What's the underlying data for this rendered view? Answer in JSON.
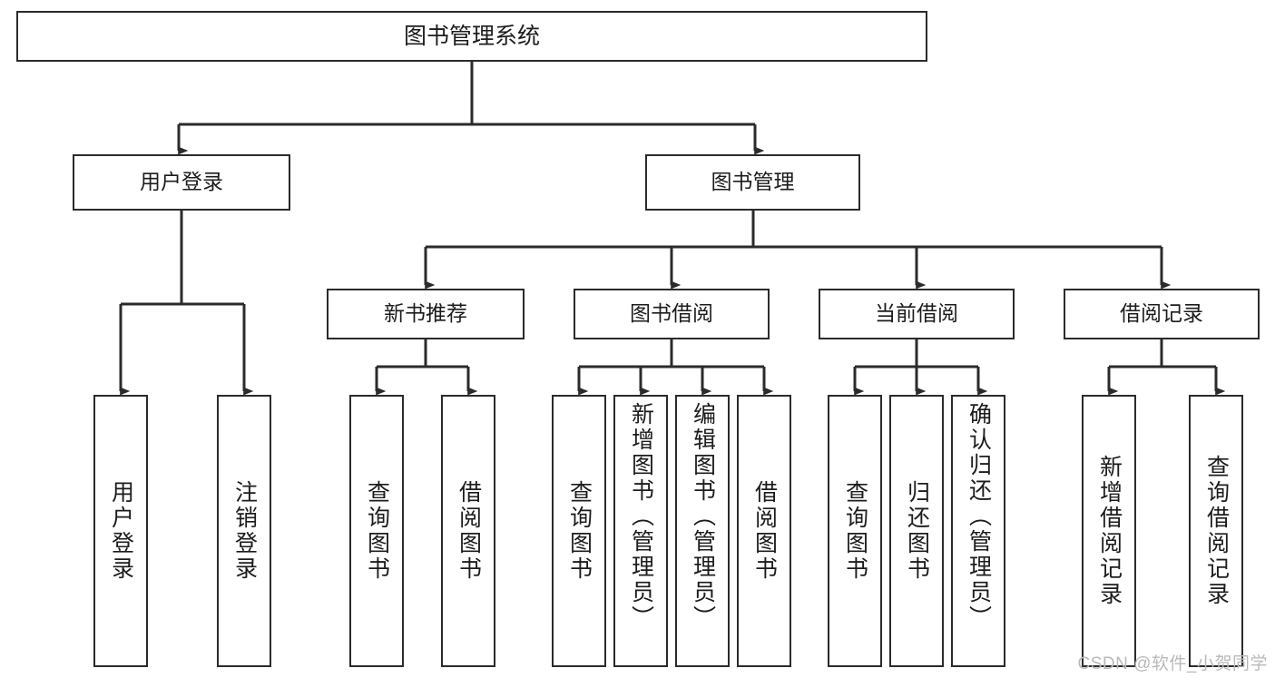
{
  "diagram": {
    "title": "图书管理系统",
    "type": "tree",
    "colors": {
      "background": "#ffffff",
      "box_border": "#2b2b2b",
      "box_fill": "#ffffff",
      "connector": "#2b2b2b",
      "text": "#1c1c1c",
      "watermark": "#b9b9b9"
    }
  },
  "nodes": {
    "root": {
      "label": "图书管理系统"
    },
    "level2": [
      {
        "id": "user-login",
        "label": "用户登录"
      },
      {
        "id": "book-management",
        "label": "图书管理"
      }
    ],
    "level3": [
      {
        "id": "new-book-recommend",
        "label": "新书推荐"
      },
      {
        "id": "book-borrow",
        "label": "图书借阅"
      },
      {
        "id": "current-borrow",
        "label": "当前借阅"
      },
      {
        "id": "borrow-record",
        "label": "借阅记录"
      }
    ],
    "leaves": {
      "user-login": [
        {
          "id": "leaf-user-login",
          "label": "用户登录"
        },
        {
          "id": "leaf-logout-login",
          "label": "注销登录"
        }
      ],
      "new-book-recommend": [
        {
          "id": "leaf-query-book-1",
          "label": "查询图书"
        },
        {
          "id": "leaf-borrow-book-1",
          "label": "借阅图书"
        }
      ],
      "book-borrow": [
        {
          "id": "leaf-query-book-2",
          "label": "查询图书"
        },
        {
          "id": "leaf-add-book",
          "label": "新增图书（管理员）"
        },
        {
          "id": "leaf-edit-book",
          "label": "编辑图书（管理员）"
        },
        {
          "id": "leaf-borrow-book-2",
          "label": "借阅图书"
        }
      ],
      "current-borrow": [
        {
          "id": "leaf-query-book-3",
          "label": "查询图书"
        },
        {
          "id": "leaf-return-book",
          "label": "归还图书"
        },
        {
          "id": "leaf-confirm-return",
          "label": "确认归还（管理员）"
        }
      ],
      "borrow-record": [
        {
          "id": "leaf-add-record",
          "label": "新增借阅记录"
        },
        {
          "id": "leaf-query-record",
          "label": "查询借阅记录"
        }
      ]
    }
  },
  "watermark": {
    "text": "CSDN @软件_小贺同学"
  }
}
